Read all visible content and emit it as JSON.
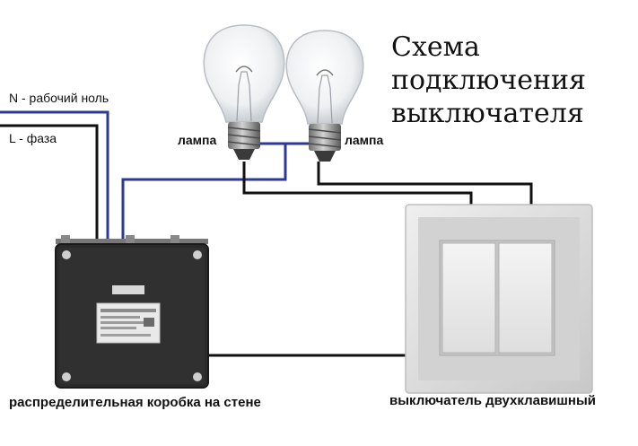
{
  "title": {
    "line1": "Схема",
    "line2": "подключения",
    "line3": "выключателя"
  },
  "labels": {
    "neutral": "N - рабочий ноль",
    "phase": "L - фаза",
    "lamp_left": "лампа",
    "lamp_right": "лампа",
    "junction_box": "распределительная коробка на стене",
    "switch": "выключатель двухклавишный"
  },
  "colors": {
    "neutral_wire": "#2b3a9a",
    "phase_wire": "#111111",
    "box": "#2a2a2a",
    "switch_frame": "#d9d9d9",
    "switch_keys": "#e9e9e9"
  },
  "icons": [
    "light-bulb-icon",
    "light-bulb-icon",
    "junction-box-icon",
    "double-switch-icon"
  ]
}
